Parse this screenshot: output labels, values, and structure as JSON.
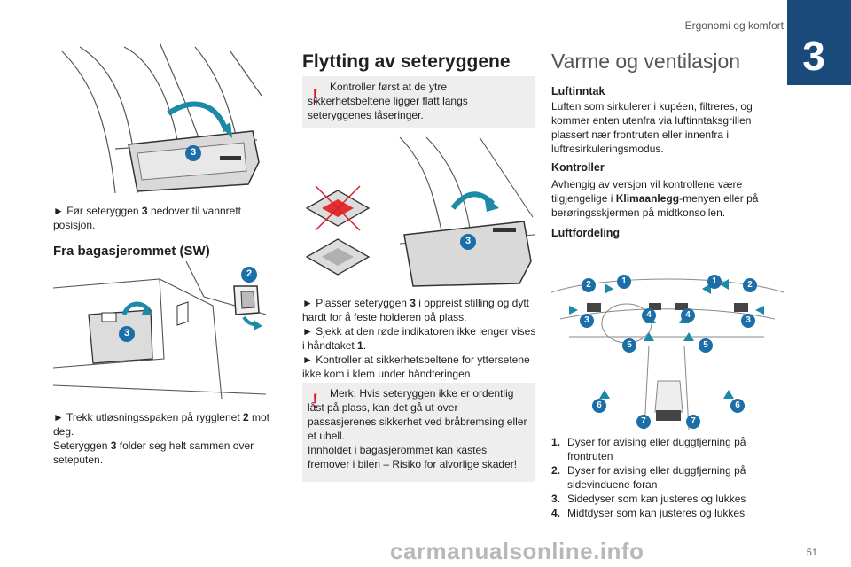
{
  "header": {
    "section_title": "Ergonomi og komfort",
    "chapter_number": "3"
  },
  "footer": {
    "page_number": "51",
    "watermark": "carmanualsonline.info"
  },
  "col1": {
    "caption1_prefix": "► Før seteryggen ",
    "caption1_bold": "3",
    "caption1_suffix": " nedover til vannrett posisjon.",
    "heading": "Fra bagasjerommet (SW)",
    "caption2_line1_prefix": "► Trekk utløsningsspaken på rygglenet ",
    "caption2_line1_bold": "2",
    "caption2_line1_suffix": " mot deg.",
    "caption2_line2_prefix": "Seteryggen ",
    "caption2_line2_bold": "3",
    "caption2_line2_suffix": " folder seg helt sammen over seteputen.",
    "fig1_callout": "3",
    "fig2_callout_a": "2",
    "fig2_callout_b": "3"
  },
  "col2": {
    "heading": "Flytting av seteryggene",
    "warning1": "Kontroller først at de ytre sikkerhetsbeltene ligger flatt langs seteryggenes låseringer.",
    "fig_callout": "3",
    "step1_prefix": "► Plasser seteryggen ",
    "step1_bold": "3",
    "step1_suffix": " i oppreist stilling og dytt hardt for å feste holderen på plass.",
    "step2_prefix": "► Sjekk at den røde indikatoren ikke lenger vises i håndtaket ",
    "step2_bold": "1",
    "step2_suffix": ".",
    "step3": "► Kontroller at sikkerhetsbeltene for yttersetene ikke kom i klem under håndteringen.",
    "warning2": "Merk: Hvis seteryggen ikke er ordentlig låst på plass, kan det gå ut over passasjerenes sikkerhet ved bråbremsing eller et uhell.\nInnholdet i bagasjerommet kan kastes fremover i bilen – Risiko for alvorlige skader!"
  },
  "col3": {
    "heading": "Varme og ventilasjon",
    "sub1": "Luftinntak",
    "para1": "Luften som sirkulerer i kupéen, filtreres, og kommer enten utenfra via luftinntaksgrillen plassert nær frontruten eller innenfra i luftresirkuleringsmodus.",
    "sub2": "Kontroller",
    "para2_prefix": "Avhengig av versjon vil kontrollene være tilgjengelige i ",
    "para2_bold": "Klimaanlegg",
    "para2_suffix": "-menyen eller på berøringsskjermen på midtkonsollen.",
    "sub3": "Luftfordeling",
    "diagram_labels": [
      "2",
      "1",
      "1",
      "2",
      "3",
      "4",
      "4",
      "3",
      "5",
      "5",
      "6",
      "6",
      "7",
      "7"
    ],
    "list": [
      {
        "n": "1.",
        "text": "Dyser for avising eller duggfjerning på frontruten"
      },
      {
        "n": "2.",
        "text": "Dyser for avising eller duggfjerning på sidevinduene foran"
      },
      {
        "n": "3.",
        "text": "Sidedyser som kan justeres og lukkes"
      },
      {
        "n": "4.",
        "text": "Midtdyser som kan justeres og lukkes"
      }
    ]
  },
  "colors": {
    "accent_blue": "#1a4a7a",
    "callout_blue": "#1b6ea8",
    "warning_red": "#e01b2d",
    "arrow_teal": "#1b8aa8"
  }
}
